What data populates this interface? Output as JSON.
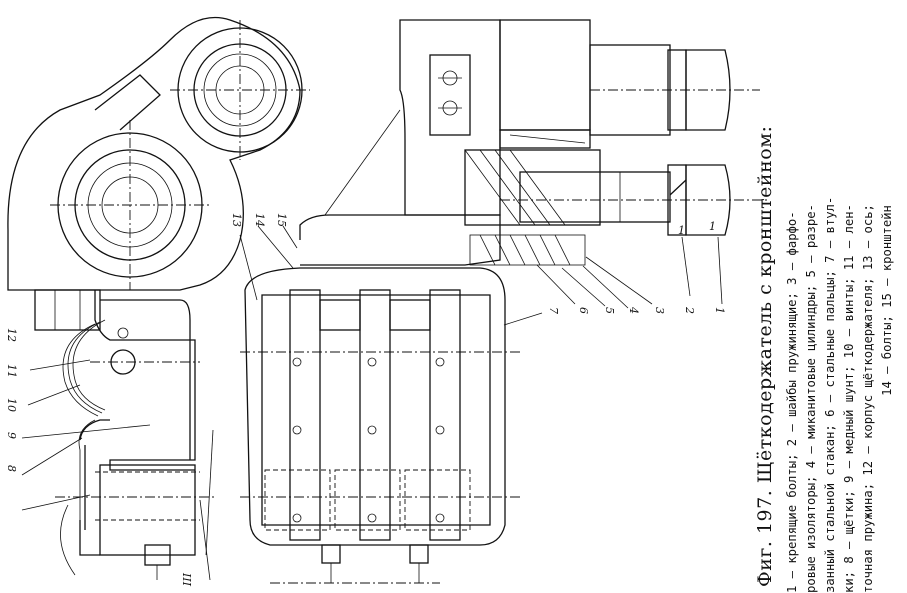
{
  "figure": {
    "title": "Фиг. 197. Щёткодержатель с кронштейном:",
    "legend_lines": [
      "1 — крепящие болты; 2 — шайбы пружинящие; 3 — фарфо-",
      "ровые изоляторы; 4 — миканитовые цилиндры; 5 — разре-",
      "занный стальной стакан; 6 — стальные пальцы; 7 — втул-",
      "ки; 8 — щётки; 9 — медный шунт; 10 — винты; 11 — лен-",
      "точная пружина; 12 — корпус щёткодержателя; 13 — ось;",
      "14 — болты; 15 — кронштейн"
    ],
    "callouts": [
      "1",
      "2",
      "3",
      "4",
      "5",
      "6",
      "7",
      "8",
      "9",
      "10",
      "11",
      "12",
      "13",
      "14",
      "15"
    ],
    "bolt_marks": [
      "1",
      "1"
    ],
    "dimension_mark": "III"
  }
}
